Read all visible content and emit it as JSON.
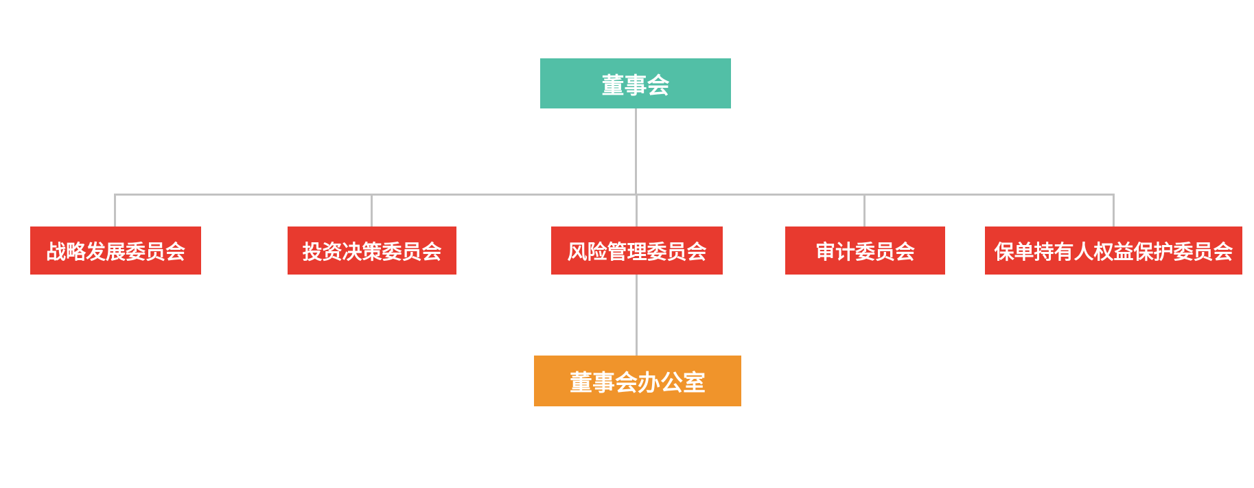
{
  "org_chart": {
    "title": "",
    "root": {
      "label": "董事会"
    },
    "committees": [
      {
        "label": "战略发展委员会"
      },
      {
        "label": "投资决策委员会"
      },
      {
        "label": "风险管理委员会"
      },
      {
        "label": "审计委员会"
      },
      {
        "label": "保单持有人权益保护委员会"
      }
    ],
    "office": {
      "label": "董事会办公室"
    },
    "relations": [
      {
        "from": "董事会",
        "to": "战略发展委员会"
      },
      {
        "from": "董事会",
        "to": "投资决策委员会"
      },
      {
        "from": "董事会",
        "to": "风险管理委员会"
      },
      {
        "from": "董事会",
        "to": "审计委员会"
      },
      {
        "from": "董事会",
        "to": "保单持有人权益保护委员会"
      },
      {
        "from": "风险管理委员会",
        "to": "董事会办公室"
      }
    ]
  },
  "colors": {
    "root_node": "#52bfa6",
    "committee_node": "#e83a2f",
    "office_node": "#f0942b",
    "connector": "#c2c2c2",
    "node_text": "#ffffff",
    "background": "#ffffff"
  }
}
